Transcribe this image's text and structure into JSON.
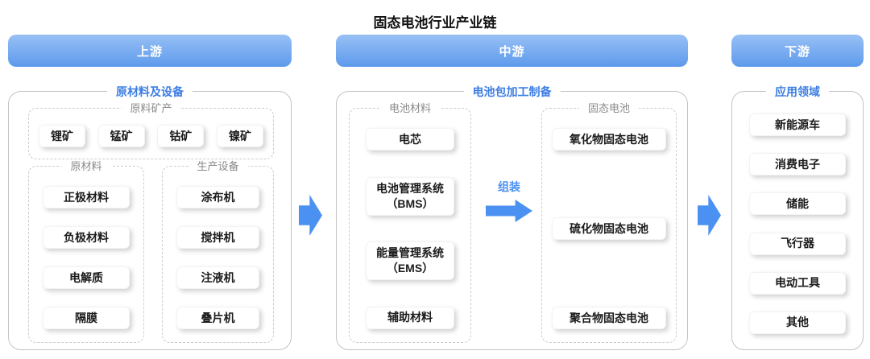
{
  "title": "固态电池行业产业链",
  "colors": {
    "bar_top": "#98c0f5",
    "bar_bottom": "#5d9aec",
    "accent_blue": "#3b7de2",
    "arrow_blue": "#4b91f1",
    "border_solid": "#c3c3c3",
    "border_dashed": "#cccccc",
    "legend_gray": "#8a8a8a",
    "text_dark": "#1b1b1b"
  },
  "columns": [
    {
      "header": "上游",
      "section_label": "原材料及设备",
      "groups": [
        {
          "label": "原料矿产",
          "items": [
            "锂矿",
            "锰矿",
            "钴矿",
            "镍矿"
          ]
        },
        {
          "label": "原材料",
          "items": [
            "正极材料",
            "负极材料",
            "电解质",
            "隔膜"
          ]
        },
        {
          "label": "生产设备",
          "items": [
            "涂布机",
            "搅拌机",
            "注液机",
            "叠片机"
          ]
        }
      ]
    },
    {
      "header": "中游",
      "section_label": "电池包加工制备",
      "arrow_label": "组装",
      "groups": [
        {
          "label": "电池材料",
          "items": [
            "电芯",
            "电池管理系统\n（BMS）",
            "能量管理系统\n（EMS）",
            "辅助材料"
          ]
        },
        {
          "label": "固态电池",
          "items": [
            "氧化物固态电池",
            "硫化物固态电池",
            "聚合物固态电池"
          ]
        }
      ]
    },
    {
      "header": "下游",
      "section_label": "应用领域",
      "groups": [
        {
          "label": "",
          "items": [
            "新能源车",
            "消费电子",
            "储能",
            "飞行器",
            "电动工具",
            "其他"
          ]
        }
      ]
    }
  ]
}
